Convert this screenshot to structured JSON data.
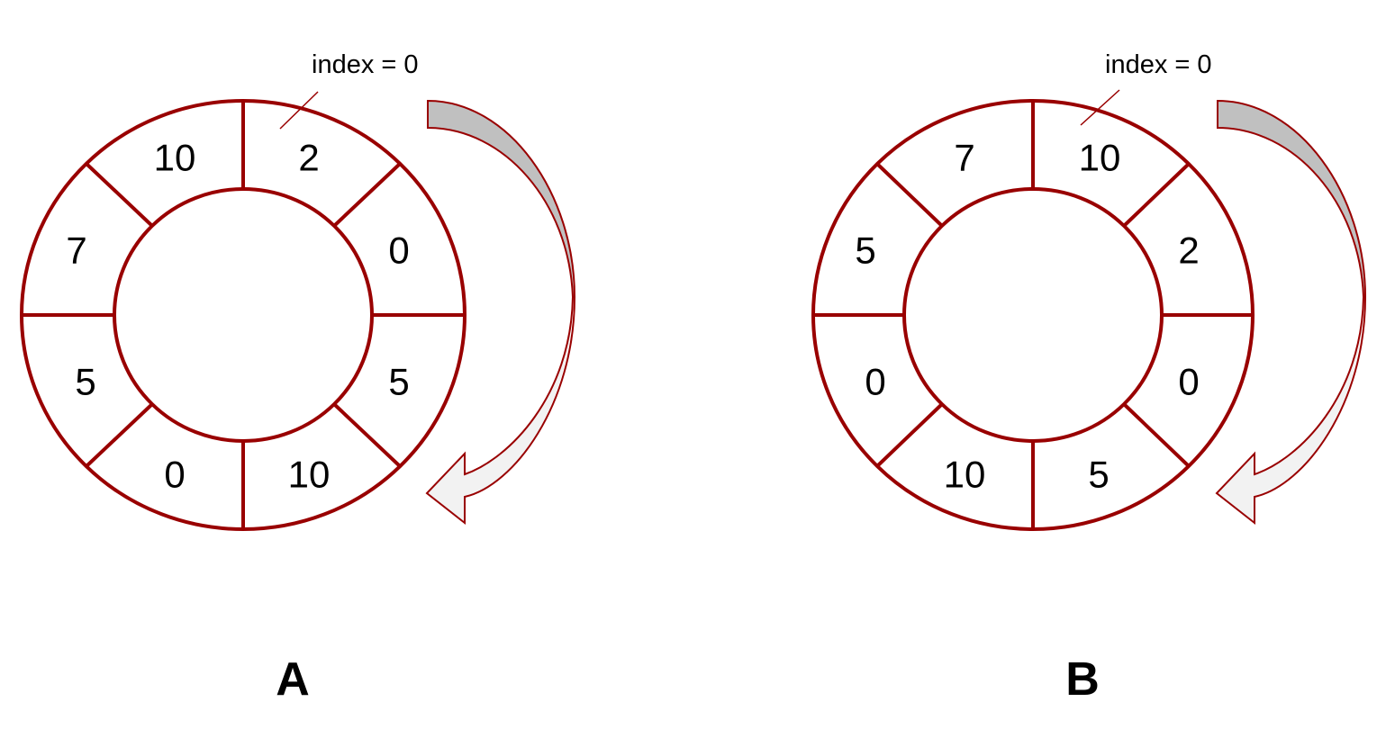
{
  "panels": [
    {
      "label": "A",
      "index_label": "index =  0",
      "cells": [
        "2",
        "0",
        "5",
        "10",
        "0",
        "5",
        "7",
        "10"
      ]
    },
    {
      "label": "B",
      "index_label": "index = 0",
      "cells": [
        "10",
        "2",
        "0",
        "5",
        "10",
        "0",
        "5",
        "7"
      ]
    }
  ],
  "colors": {
    "ring": "#990000",
    "arrow_shadow": "#c0c0c0",
    "arrow_face": "#f2f2f2"
  },
  "arrow_direction": "clockwise"
}
